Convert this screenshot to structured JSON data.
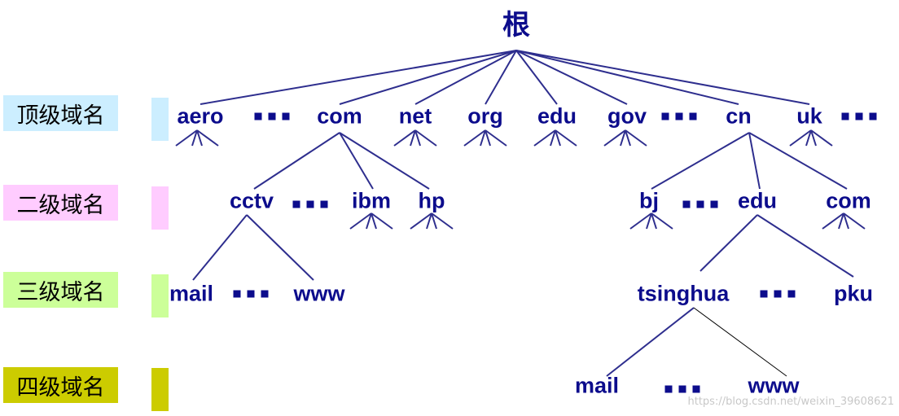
{
  "levels": [
    {
      "label": "顶级域名",
      "color": "#cceeff"
    },
    {
      "label": "二级域名",
      "color": "#ffccff"
    },
    {
      "label": "三级域名",
      "color": "#ccff99"
    },
    {
      "label": "四级域名",
      "color": "#cccc00"
    }
  ],
  "tree": {
    "root": "根",
    "top_level": [
      "aero",
      "com",
      "net",
      "org",
      "edu",
      "gov",
      "cn",
      "uk"
    ],
    "second_level": {
      "com": [
        "cctv",
        "ibm",
        "hp"
      ],
      "cn": [
        "bj",
        "edu",
        "com"
      ]
    },
    "third_level": {
      "cctv": [
        "mail",
        "www"
      ],
      "edu": [
        "tsinghua",
        "pku"
      ]
    },
    "fourth_level": {
      "tsinghua": [
        "mail",
        "www"
      ]
    }
  },
  "ellipsis_glyph": "▪",
  "colors": {
    "node_text": "#0c0c8c",
    "edge": "#2e2e8e",
    "dots": "#0c0c8c"
  },
  "watermark": "https://blog.csdn.net/weixin_39608621"
}
